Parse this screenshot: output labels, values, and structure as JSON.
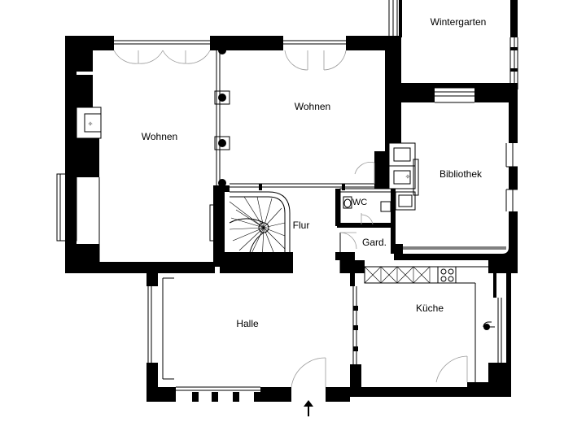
{
  "plan": {
    "rooms": {
      "wintergarten": "Wintergarten",
      "wohnen_left": "Wohnen",
      "wohnen_right": "Wohnen",
      "bibliothek": "Bibliothek",
      "wc": "WC",
      "flur": "Flur",
      "garderobe": "Gard.",
      "halle": "Halle",
      "kueche": "Küche"
    },
    "icons": {
      "entrance": "entrance-arrow-icon",
      "stair": "spiral-staircase-icon",
      "fireplace": "fireplace-icon",
      "column": "column-icon",
      "stove": "stove-icon",
      "sink": "sink-icon",
      "toilet": "toilet-icon"
    },
    "colors": {
      "wall": "#000000",
      "background": "#ffffff",
      "line": "#000000"
    }
  }
}
